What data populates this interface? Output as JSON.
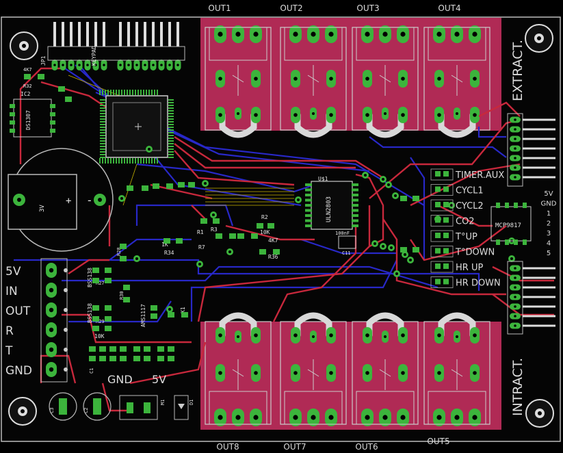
{
  "board": {
    "background": "#000000",
    "pcb_color": "#0a0a0a",
    "copper_top": "#c8283c",
    "copper_bottom": "#1e1ec8",
    "relay_fill": "#b02a55",
    "pad_color": "#3cb43c",
    "silk_color": "#e6e6e6"
  },
  "outputs_top": [
    "OUT1",
    "OUT2",
    "OUT3",
    "OUT4"
  ],
  "outputs_bottom": [
    "OUT8",
    "OUT7",
    "OUT6",
    "OUT5"
  ],
  "side_labels": {
    "extract": "EXTRACT.",
    "intract": "INTRACT."
  },
  "left_terminals": [
    "5V",
    "IN",
    "OUT",
    "R",
    "T",
    "GND"
  ],
  "power_labels": {
    "gnd": "GND",
    "v5": "5V"
  },
  "right_terminal_labels": [
    "5V",
    "GND",
    "1",
    "2",
    "3",
    "4",
    "5"
  ],
  "indicator_labels": [
    "TIMER.AUX",
    "CYCL1",
    "CYCL2",
    "CO2",
    "T°UP",
    "T°DOWN",
    "HR UP",
    "HR DOWN"
  ],
  "component_labels": {
    "keypad": "KEYPAD",
    "jp1": "JP1",
    "r32": "R32",
    "r32_val": "4K7",
    "ic2": "IC2",
    "ic2_part": "DS1307",
    "battery": "3V",
    "u1": "U$1",
    "u1_part": "ULN2803",
    "mcp": "MCP9817",
    "c11": "C11",
    "c11_val": "100nF",
    "r2": "R2",
    "r2_val": "10K",
    "r1": "R1",
    "r3": "R3",
    "r36": "R36",
    "r34": "R34",
    "r7": "R7",
    "ams": "AMS1117",
    "x1": "X1",
    "k1": "10K",
    "bss1": "BSS138",
    "bss2": "BSS138",
    "r29": "R29",
    "r30": "R30",
    "r27": "R27",
    "r28": "R28",
    "d1": "D1",
    "c1": "C1",
    "c2": "C2",
    "c3": "C3",
    "m1": "M1",
    "k4": "4K7",
    "one_k": "1K"
  }
}
